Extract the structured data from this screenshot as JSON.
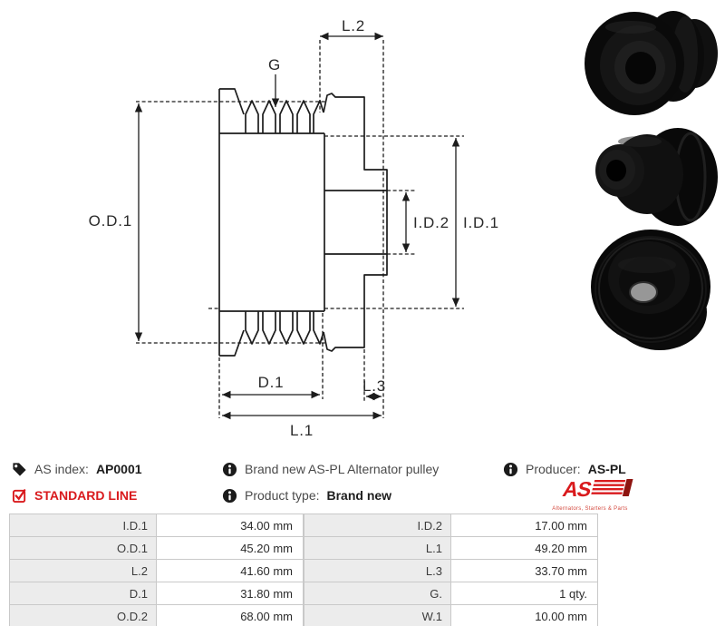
{
  "drawing": {
    "labels": {
      "od1": "O.D.1",
      "l2": "L.2",
      "g": "G",
      "id2": "I.D.2",
      "id1": "I.D.1",
      "d1": "D.1",
      "l3": "L.3",
      "l1": "L.1"
    }
  },
  "info": {
    "as_index": {
      "label": "AS index:",
      "value": "AP0001"
    },
    "standard_line": "STANDARD LINE",
    "description": "Brand new AS-PL Alternator pulley",
    "product_type": {
      "label": "Product type:",
      "value": "Brand new"
    },
    "producer": {
      "label": "Producer:",
      "value": "AS-PL"
    },
    "logo": {
      "text": "AS",
      "subtext": "Alternators, Starters & Parts"
    }
  },
  "colors": {
    "accent_red": "#d91a1d",
    "line_color": "#1c1c1c",
    "table_label_bg": "#ececec"
  },
  "spec_table": {
    "left": [
      {
        "label": "I.D.1",
        "value": "34.00 mm"
      },
      {
        "label": "O.D.1",
        "value": "45.20 mm"
      },
      {
        "label": "L.2",
        "value": "41.60 mm"
      },
      {
        "label": "D.1",
        "value": "31.80 mm"
      },
      {
        "label": "O.D.2",
        "value": "68.00 mm"
      }
    ],
    "right": [
      {
        "label": "I.D.2",
        "value": "17.00 mm"
      },
      {
        "label": "L.1",
        "value": "49.20 mm"
      },
      {
        "label": "L.3",
        "value": "33.70 mm"
      },
      {
        "label": "G.",
        "value": "1 qty."
      },
      {
        "label": "W.1",
        "value": "10.00 mm"
      }
    ]
  }
}
